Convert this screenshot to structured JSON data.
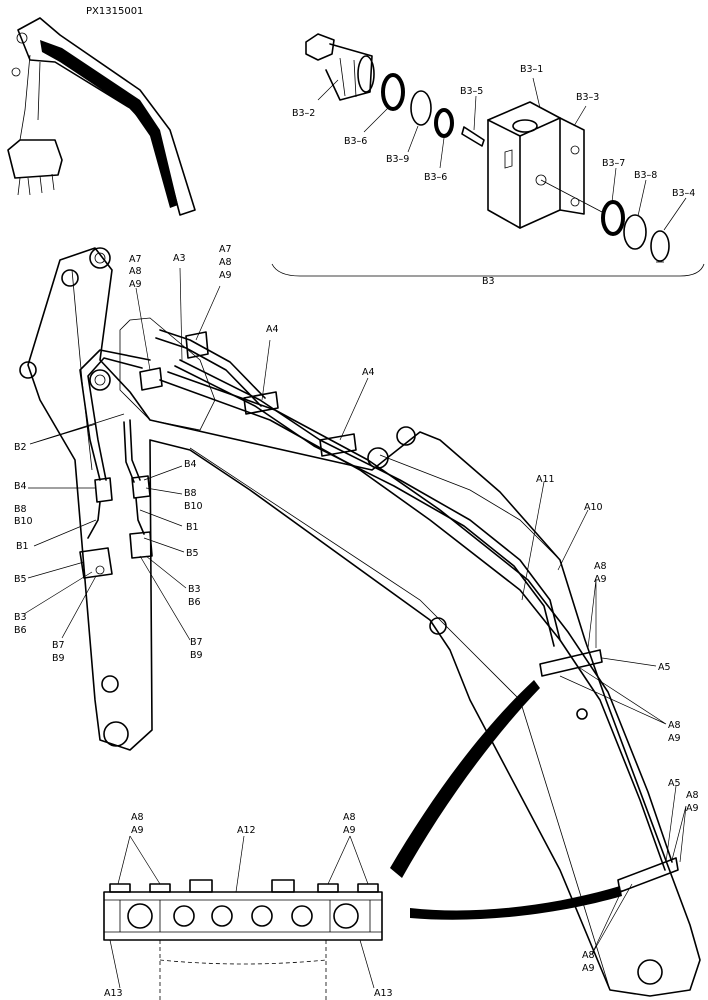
{
  "drawing_id": "PX1315001",
  "labels": {
    "B3_1": "B3–1",
    "B3_2": "B3–2",
    "B3_3": "B3–3",
    "B3_4": "B3–4",
    "B3_5": "B3–5",
    "B3_6": "B3–6",
    "B3_7": "B3–7",
    "B3_8": "B3–8",
    "B3_9": "B3–9",
    "B3": "B3",
    "A3": "A3",
    "A4": "A4",
    "A5": "A5",
    "A7": "A7",
    "A8": "A8",
    "A9": "A9",
    "A10": "A10",
    "A11": "A11",
    "A12": "A12",
    "A13": "A13",
    "B1": "B1",
    "B2": "B2",
    "B4": "B4",
    "B5": "B5",
    "B6": "B6",
    "B7": "B7",
    "B8": "B8",
    "B9": "B9",
    "B10": "B10"
  }
}
